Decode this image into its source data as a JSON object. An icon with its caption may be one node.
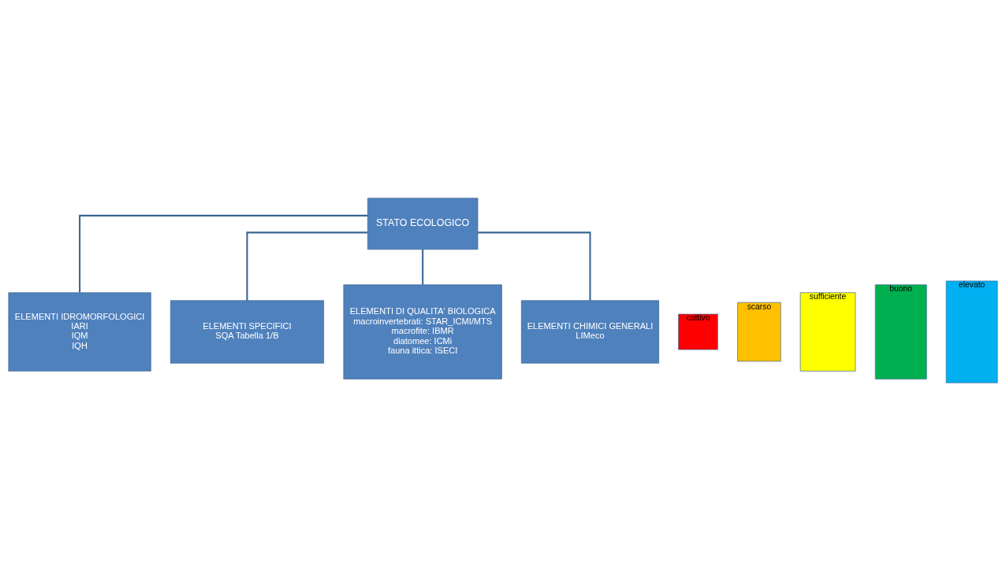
{
  "diagram": {
    "nodes": [
      {
        "text": [
          "STATO ECOLOGICO"
        ]
      },
      {
        "text": [
          "ELEMENTI IDROMORFOLOGICI",
          "IARI",
          "IQM",
          "IQH"
        ]
      },
      {
        "text": [
          "ELEMENTI SPECIFICI",
          "SQA Tabella 1/B"
        ]
      },
      {
        "text": [
          "ELEMENTI DI QUALITA' BIOLOGICA",
          "macroinvertebrati: STAR_ICMI/MTS",
          "macrofite: IBMR",
          "diatomee: ICMi",
          "fauna ittica: ISECI"
        ]
      },
      {
        "text": [
          "ELEMENTI CHIMICI GENERALI",
          "LIMeco"
        ]
      },
      {
        "text": [
          "cattivo"
        ]
      },
      {
        "text": [
          "scarso"
        ]
      },
      {
        "text": [
          "sufficiente"
        ]
      },
      {
        "text": [
          "buono"
        ]
      },
      {
        "text": [
          "elevato"
        ]
      }
    ],
    "edges": [
      {
        "from": 0,
        "to": 1,
        "arrow": "none"
      },
      {
        "from": 0,
        "to": 2,
        "arrow": "none"
      },
      {
        "from": 0,
        "to": 3,
        "arrow": "none"
      },
      {
        "from": 0,
        "to": 4,
        "arrow": "none"
      }
    ]
  }
}
